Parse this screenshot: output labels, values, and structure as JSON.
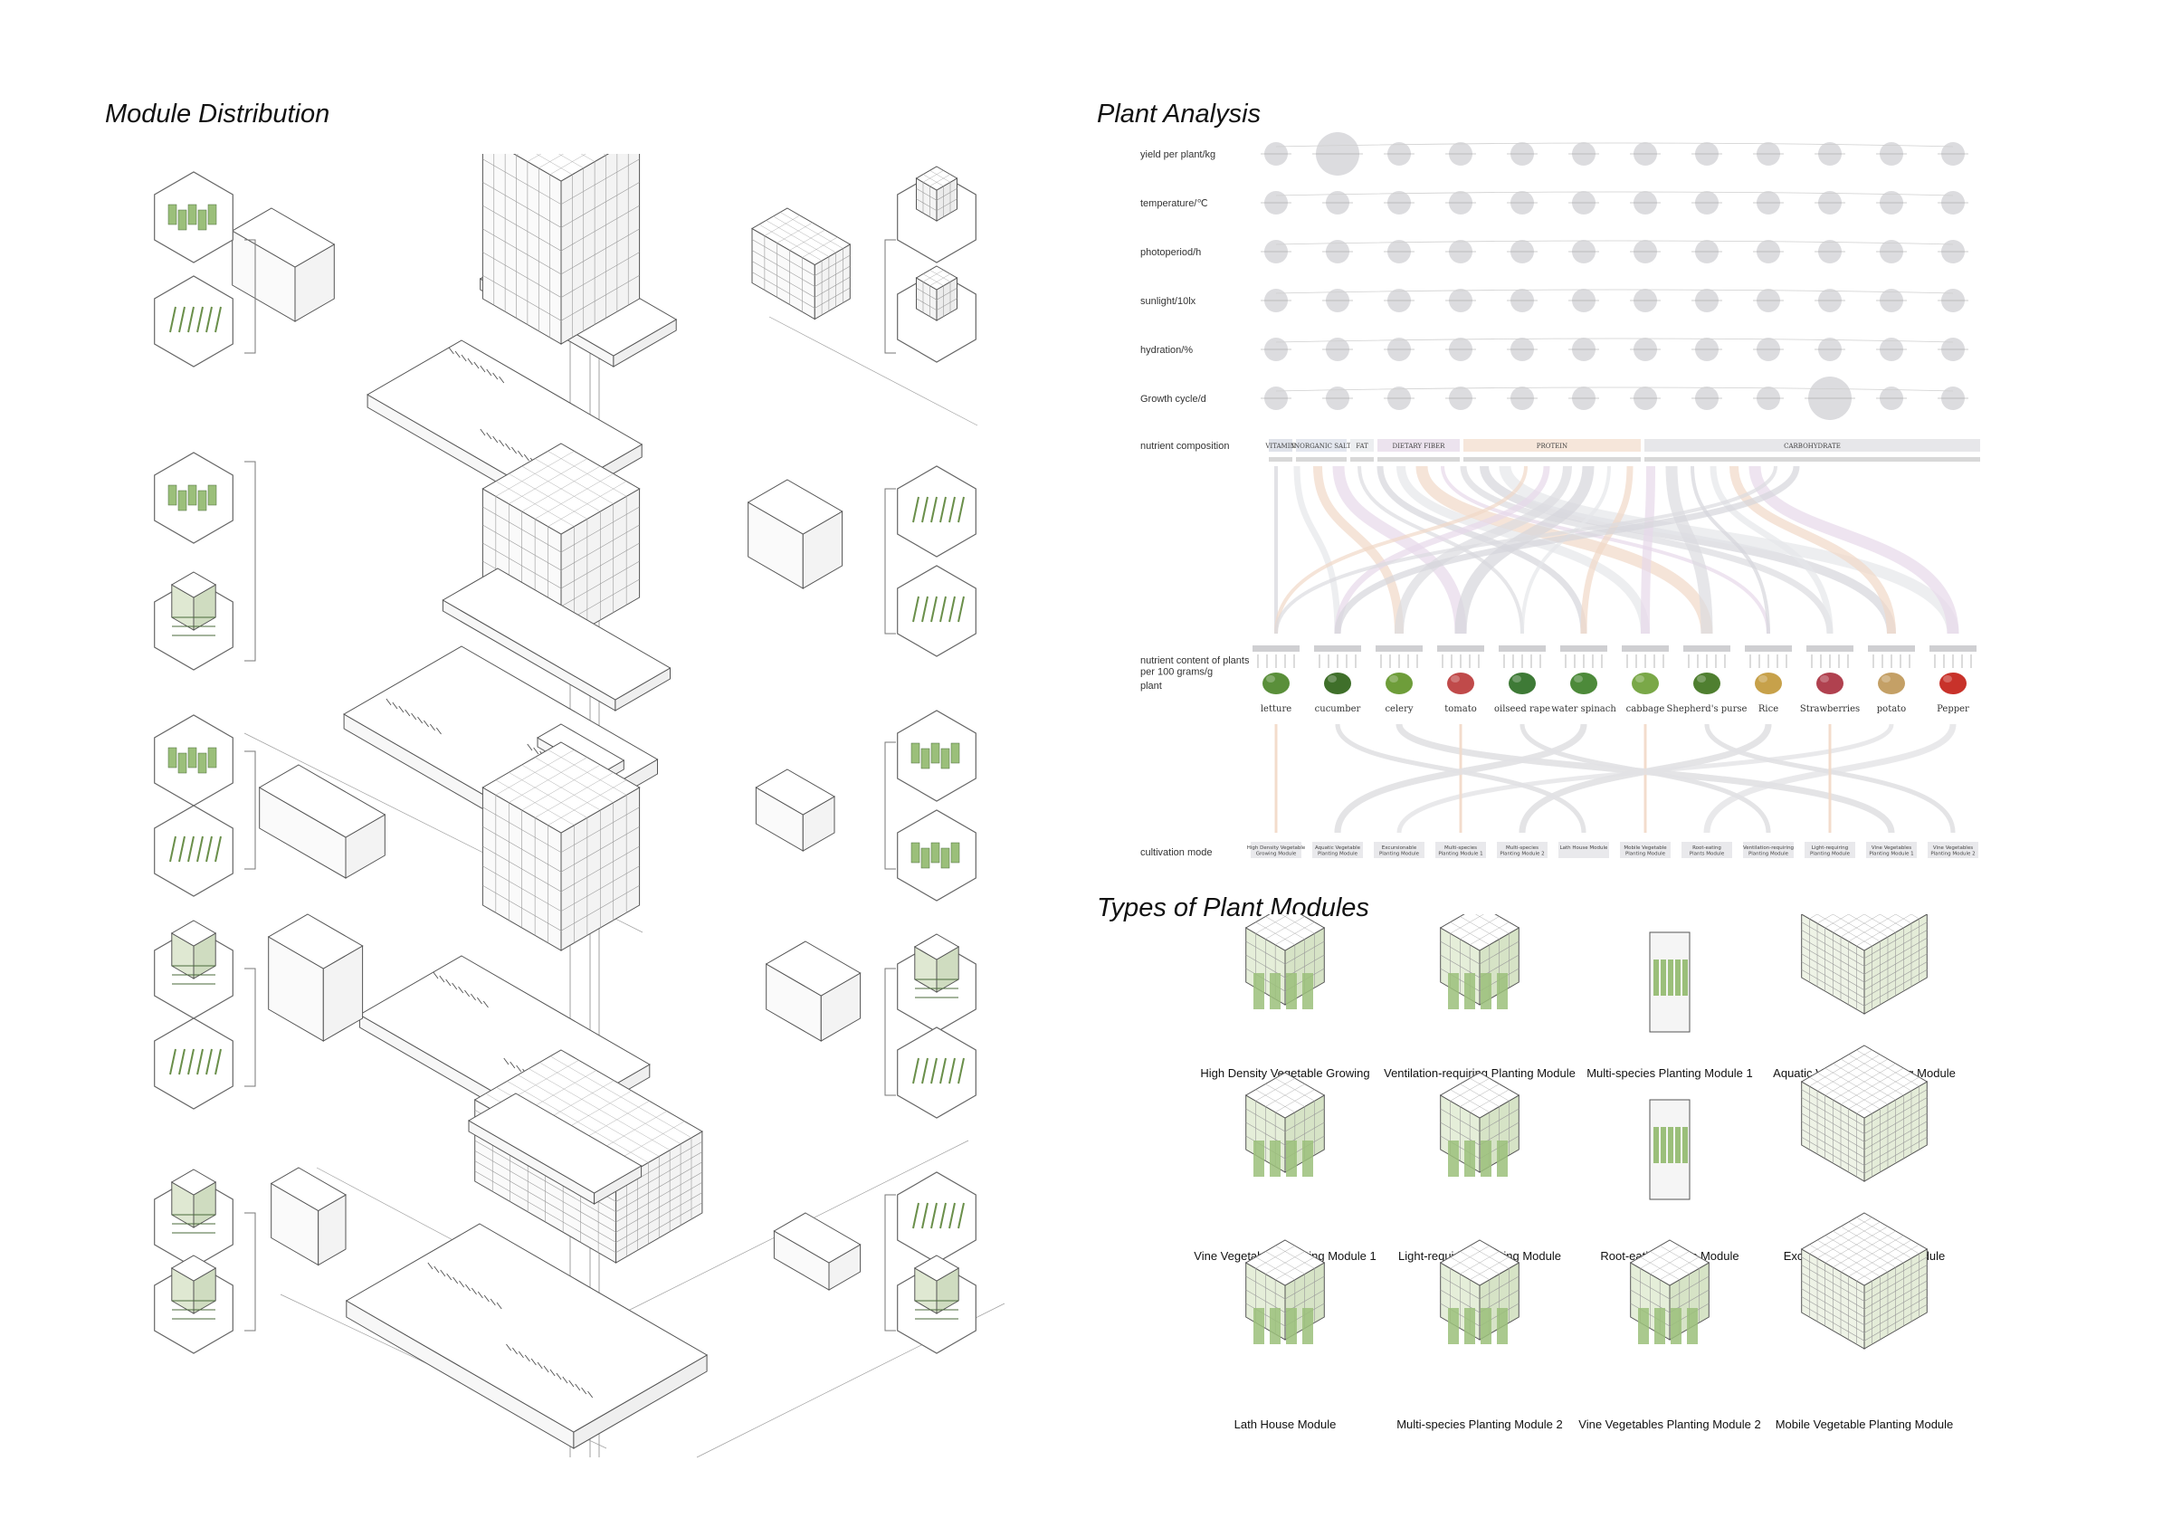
{
  "sections": {
    "module_distribution": "Module Distribution",
    "plant_analysis": "Plant Analysis",
    "plant_modules": "Types of Plant Modules"
  },
  "colors": {
    "plant_green": "#9bbf7a",
    "line_grey": "#555555",
    "bubble_grey": "#d6d6d9",
    "protein_orange": "#f6e6da",
    "dietary_purple": "#ece3ee",
    "carbohydrate_grey": "#e7e7ea"
  },
  "analysis": {
    "row_labels": [
      "yield per plant/kg",
      "temperature/℃",
      "photoperiod/h",
      "sunlight/10lx",
      "hydration/%",
      "Growth cycle/d",
      "nutrient composition"
    ],
    "nutrient_labels": {
      "content": "nutrient content of plants\nper 100 grams/g",
      "plant": "plant",
      "cultivation": "cultivation mode"
    },
    "nutrients": [
      {
        "name": "VITAMIN",
        "color": "#dfe2ea"
      },
      {
        "name": "INORGANIC SALT",
        "color": "#e3e6ee"
      },
      {
        "name": "FAT",
        "color": "#eceef0"
      },
      {
        "name": "DIETARY FIBER",
        "color": "#ece3ee"
      },
      {
        "name": "PROTEIN",
        "color": "#f6e6da"
      },
      {
        "name": "CARBOHYDRATE",
        "color": "#e7e7ea"
      }
    ],
    "plants": [
      {
        "name": "letture",
        "color": "#5a8f3a"
      },
      {
        "name": "cucumber",
        "color": "#3f6f2a"
      },
      {
        "name": "celery",
        "color": "#6e9d3a"
      },
      {
        "name": "tomato",
        "color": "#c04a4a"
      },
      {
        "name": "oilseed rape",
        "color": "#3e7a36"
      },
      {
        "name": "water spinach",
        "color": "#4d8a3a"
      },
      {
        "name": "cabbage",
        "color": "#7aa848"
      },
      {
        "name": "Shepherd's purse",
        "color": "#4f7f30"
      },
      {
        "name": "Rice",
        "color": "#c7a14a"
      },
      {
        "name": "Strawberries",
        "color": "#b0414f"
      },
      {
        "name": "potato",
        "color": "#c4a066"
      },
      {
        "name": "Pepper",
        "color": "#c8322a"
      }
    ],
    "cultivation_modes": [
      "High Density Vegetable\nGrowing Module",
      "Aquatic Vegetable\nPlanting Module",
      "Excursionable\nPlanting Module",
      "Multi-species\nPlanting Module 1",
      "Multi-species\nPlanting Module 2",
      "Lath House Module",
      "Mobile Vegetable\nPlanting Module",
      "Root-eating\nPlants Module",
      "Ventilation-requiring\nPlanting Module",
      "Light-requiring\nPlanting Module",
      "Vine Vegetables\nPlanting Module 1",
      "Vine Vegetables\nPlanting Module 2"
    ]
  },
  "modules": [
    {
      "caption": "High Density Vegetable Growing\nModule"
    },
    {
      "caption": "Ventilation-requiring Planting Module"
    },
    {
      "caption": "Multi-species Planting Module 1"
    },
    {
      "caption": "Aquatic Vegetable Planting Module"
    },
    {
      "caption": "Vine Vegetables Planting Module 1"
    },
    {
      "caption": "Light-requiring Planting Module"
    },
    {
      "caption": "Root-eating Plants Module"
    },
    {
      "caption": "Excursionable Planting Module"
    },
    {
      "caption": "Lath House Module"
    },
    {
      "caption": "Multi-species Planting Module 2"
    },
    {
      "caption": "Vine Vegetables Planting Module 2"
    },
    {
      "caption": "Mobile Vegetable Planting Module"
    }
  ]
}
